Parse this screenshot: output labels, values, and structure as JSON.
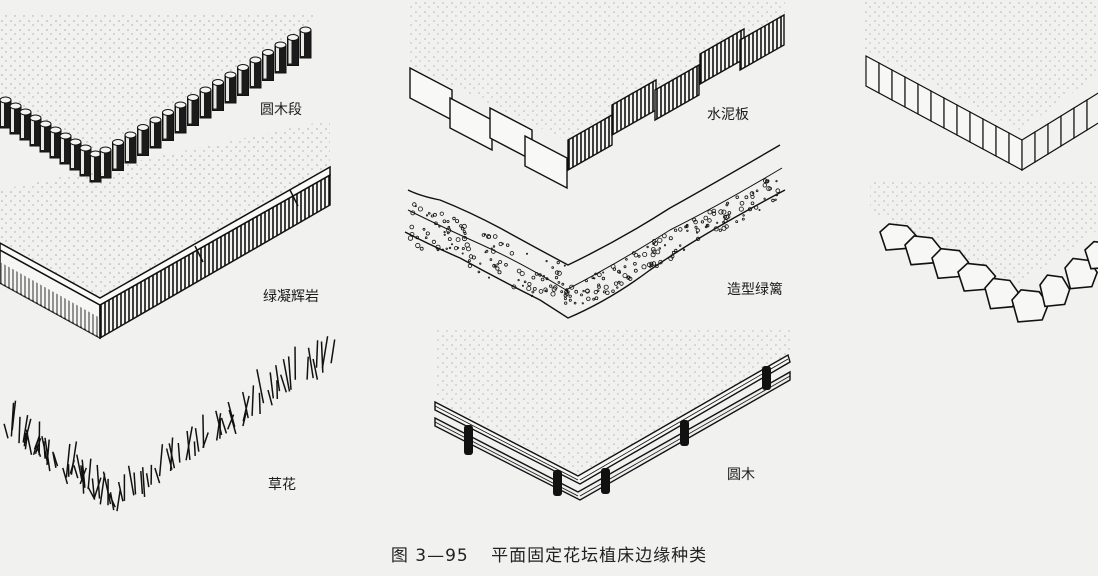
{
  "figure": {
    "number": "图 3—95",
    "title": "平面固定花坛植床边缘种类"
  },
  "items": [
    {
      "label": "圆木段"
    },
    {
      "label": "水泥板"
    },
    {
      "label": ""
    },
    {
      "label": "绿凝辉岩"
    },
    {
      "label": "造型绿篱"
    },
    {
      "label": ""
    },
    {
      "label": "草花"
    },
    {
      "label": "圆木"
    },
    {
      "label": ""
    }
  ],
  "colors": {
    "paper": "#f1f1ef",
    "ink": "#1a1a1a"
  }
}
